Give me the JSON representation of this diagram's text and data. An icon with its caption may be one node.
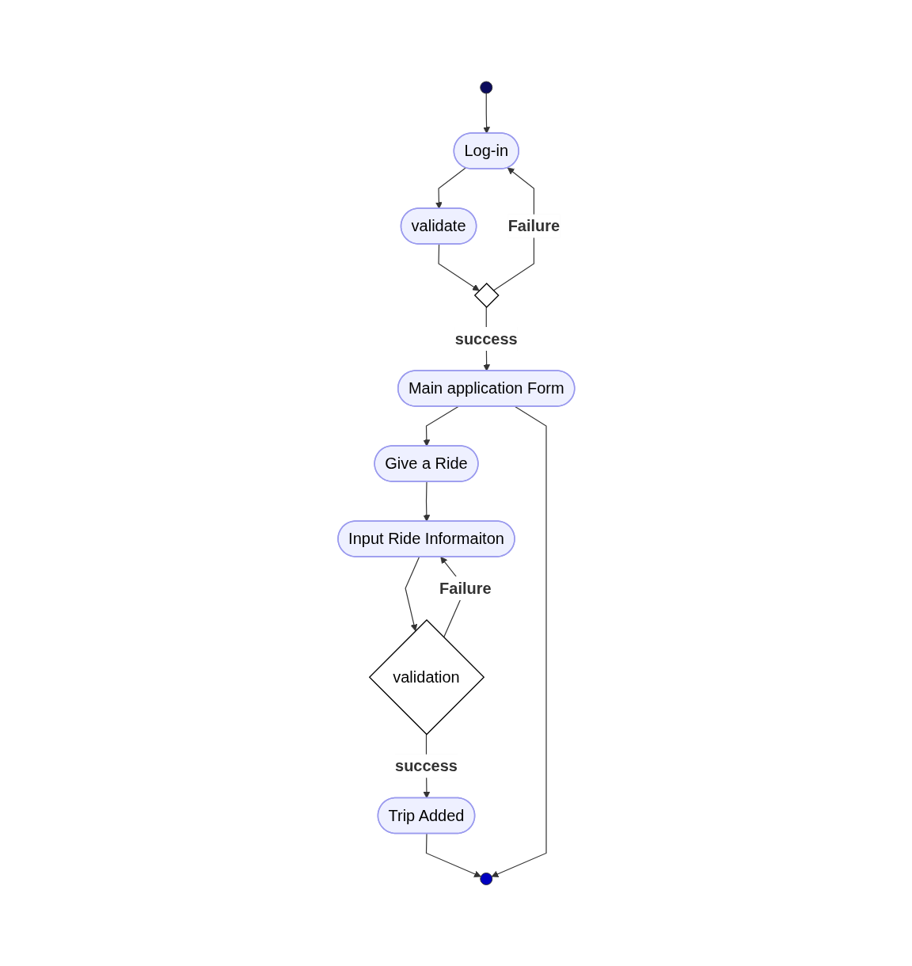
{
  "diagram": {
    "nodes": [
      {
        "text": [],
        "shape": "circle"
      },
      {
        "text": [
          "Log-in"
        ]
      },
      {
        "text": [
          "validate"
        ]
      },
      {
        "text": [],
        "shape": "diamond"
      },
      {
        "text": [
          "Main application Form"
        ]
      },
      {
        "text": [
          "Give a Ride"
        ]
      },
      {
        "text": [
          "Input Ride Informaiton"
        ]
      },
      {
        "text": [
          "validation"
        ]
      },
      {
        "text": [
          "Trip Added"
        ]
      },
      {
        "text": [],
        "shape": "circle"
      }
    ],
    "edges": [
      {
        "from": 0,
        "to": 1,
        "arrow": "to"
      },
      {
        "from": 1,
        "to": 2,
        "arrow": "to"
      },
      {
        "from": 2,
        "to": 3,
        "arrow": "to"
      },
      {
        "from": 3,
        "to": 1,
        "arrow": "to",
        "label": "Failure"
      },
      {
        "from": 3,
        "to": 4,
        "arrow": "to",
        "label": "success"
      },
      {
        "from": 4,
        "to": 5,
        "arrow": "to"
      },
      {
        "from": 5,
        "to": 6,
        "arrow": "to"
      },
      {
        "from": 6,
        "to": 7,
        "arrow": "to"
      },
      {
        "from": 7,
        "to": 6,
        "arrow": "to",
        "label": "Failure"
      },
      {
        "from": 7,
        "to": 8,
        "arrow": "to",
        "label": "success"
      },
      {
        "from": 8,
        "to": 9,
        "arrow": "to"
      },
      {
        "from": 4,
        "to": 9,
        "arrow": "to"
      }
    ]
  }
}
